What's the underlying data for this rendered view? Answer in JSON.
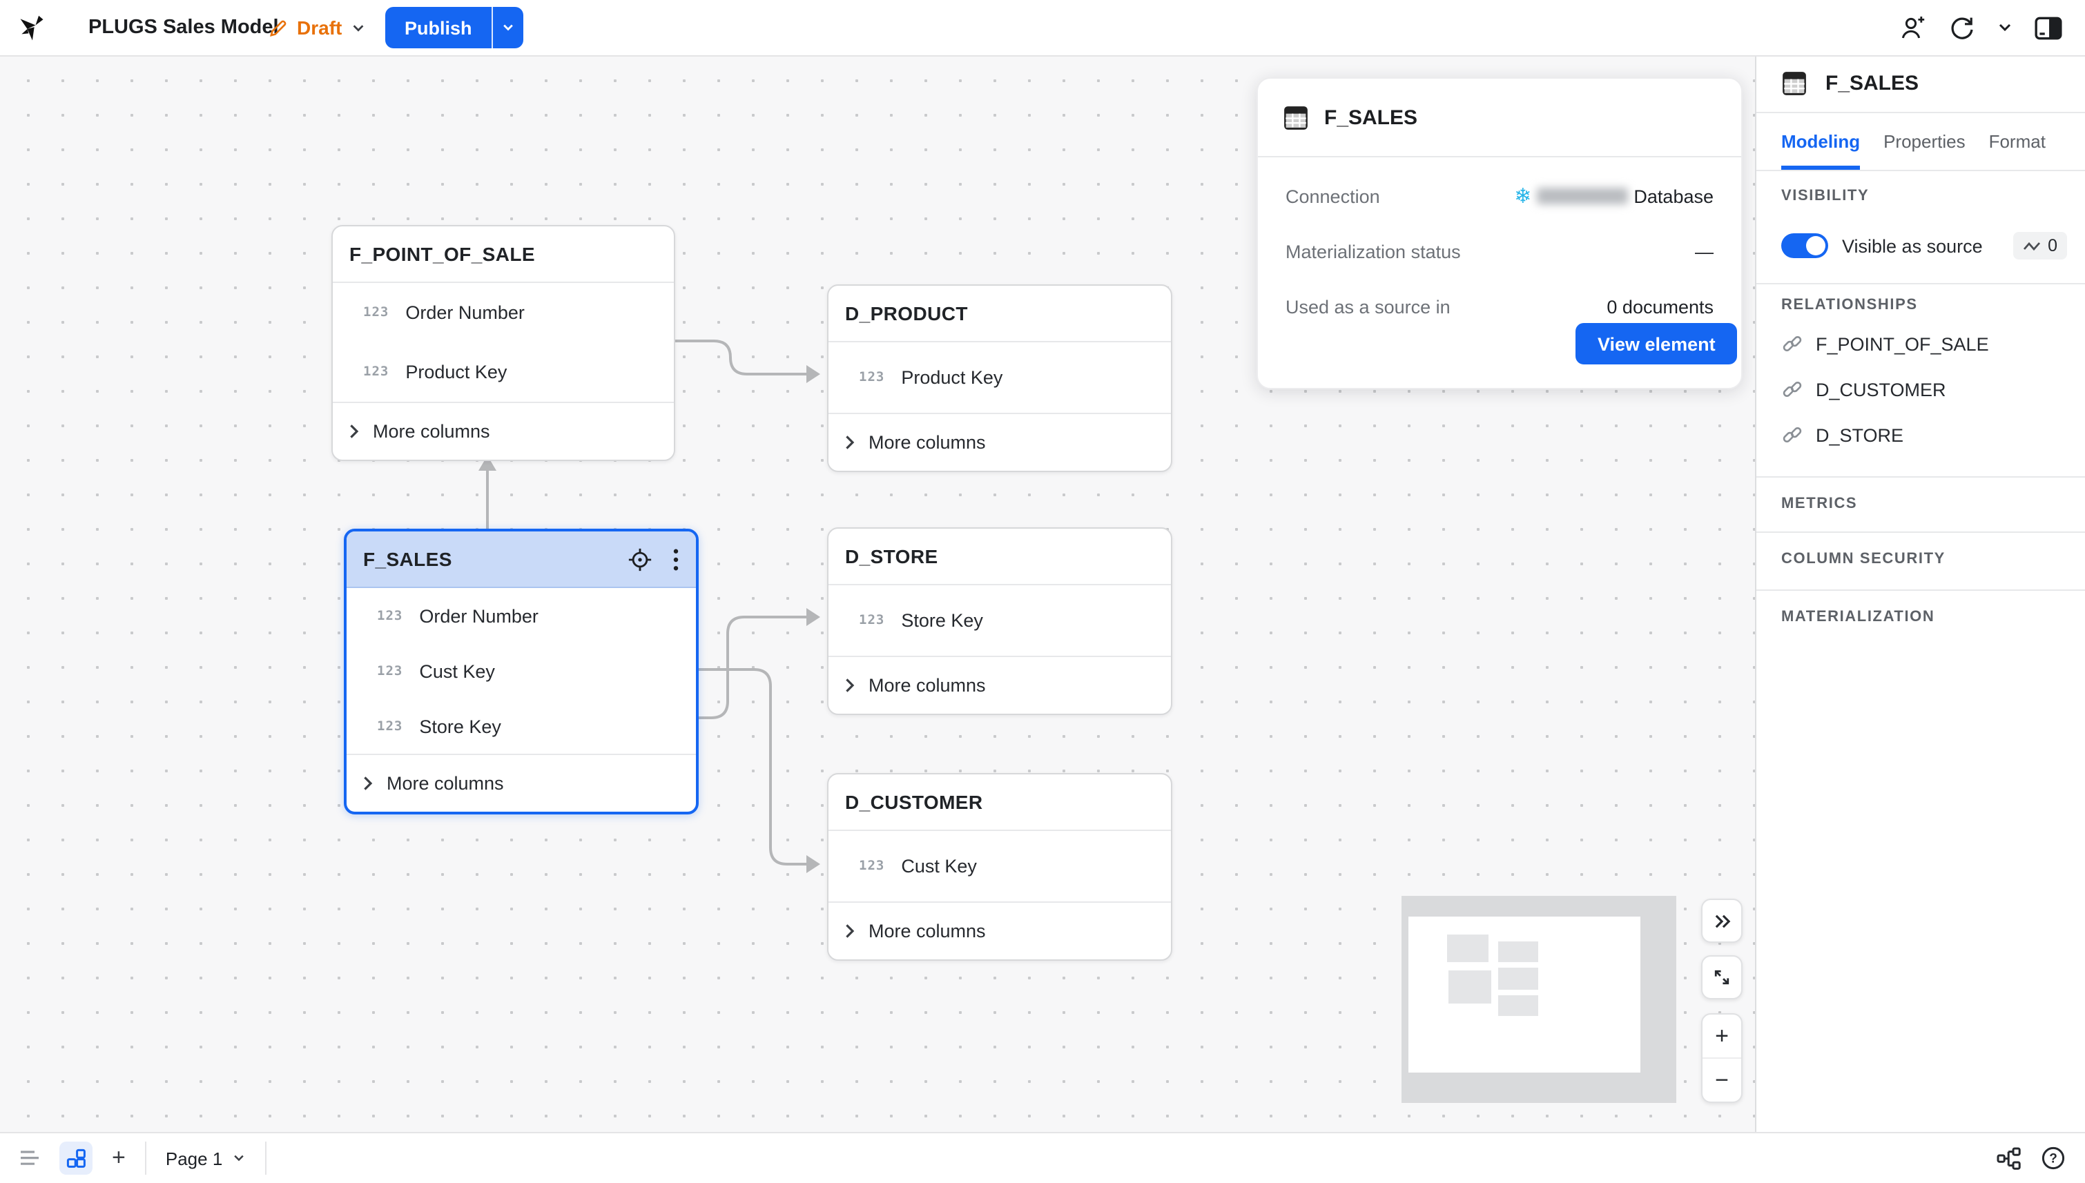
{
  "topbar": {
    "title": "PLUGS Sales Model",
    "status_label": "Draft",
    "publish_label": "Publish"
  },
  "popup": {
    "title": "F_SALES",
    "connection_label": "Connection",
    "connection_value": "Database",
    "materialization_label": "Materialization status",
    "materialization_value": "—",
    "used_label": "Used as a source in",
    "used_value": "0 documents",
    "button_label": "View element"
  },
  "canvas": {
    "type_badge": "123",
    "more_columns_label": "More columns",
    "nodes": [
      {
        "title": "F_POINT_OF_SALE",
        "columns": [
          "Order Number",
          "Product Key"
        ]
      },
      {
        "title": "F_SALES",
        "columns": [
          "Order Number",
          "Cust Key",
          "Store Key"
        ],
        "selected": true
      },
      {
        "title": "D_PRODUCT",
        "columns": [
          "Product Key"
        ]
      },
      {
        "title": "D_STORE",
        "columns": [
          "Store Key"
        ]
      },
      {
        "title": "D_CUSTOMER",
        "columns": [
          "Cust Key"
        ]
      }
    ]
  },
  "panel": {
    "title": "F_SALES",
    "tabs": [
      {
        "label": "Modeling"
      },
      {
        "label": "Properties"
      },
      {
        "label": "Format"
      }
    ],
    "visibility": {
      "header": "VISIBILITY",
      "toggle_label": "Visible as source",
      "badge_count": "0"
    },
    "relationships": {
      "header": "RELATIONSHIPS",
      "items": [
        "F_POINT_OF_SALE",
        "D_CUSTOMER",
        "D_STORE"
      ]
    },
    "metrics_header": "METRICS",
    "column_security_header": "COLUMN SECURITY",
    "materialization_header": "MATERIALIZATION"
  },
  "footer": {
    "page_label": "Page 1"
  },
  "colors": {
    "accent": "#1566f2",
    "draft_orange": "#e8710a",
    "snowflake_blue": "#29b5e8",
    "connector_gray": "#b5b6b8"
  },
  "icons": {
    "snowflake_glyph": "❄"
  }
}
